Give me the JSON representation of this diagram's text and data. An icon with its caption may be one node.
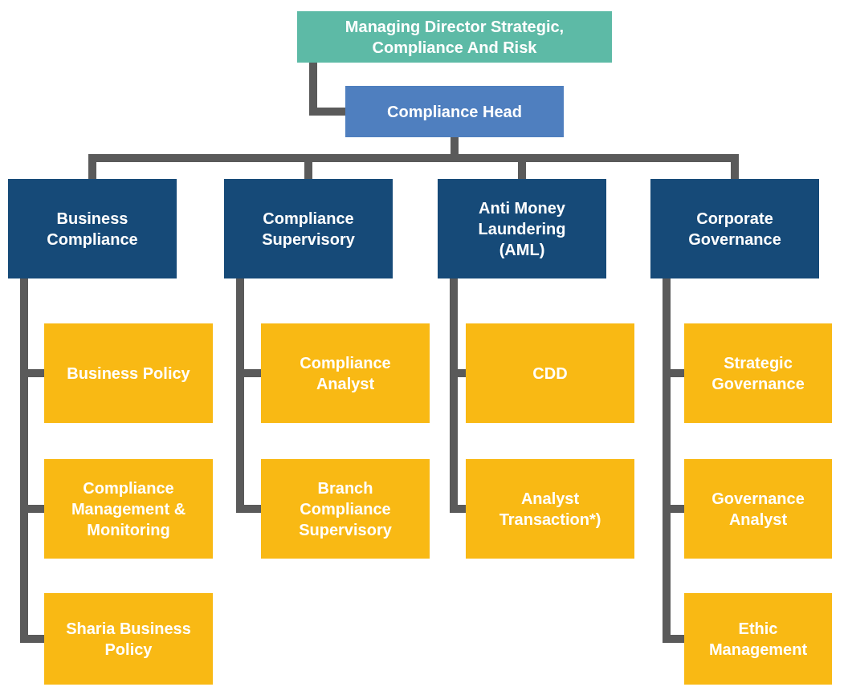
{
  "diagram": {
    "nodes": [
      {
        "text": [
          "Managing Director Strategic, Compliance And Risk"
        ]
      },
      {
        "text": [
          "Compliance Head"
        ]
      },
      {
        "text": [
          "Business Compliance"
        ]
      },
      {
        "text": [
          "Compliance Supervisory"
        ]
      },
      {
        "text": [
          "Anti Money Laundering (AML)"
        ]
      },
      {
        "text": [
          "Corporate Governance"
        ]
      },
      {
        "text": [
          "Business Policy"
        ]
      },
      {
        "text": [
          "Compliance Management & Monitoring"
        ]
      },
      {
        "text": [
          "Sharia Business Policy"
        ]
      },
      {
        "text": [
          "Compliance Analyst"
        ]
      },
      {
        "text": [
          "Branch Compliance Supervisory"
        ]
      },
      {
        "text": [
          "CDD"
        ]
      },
      {
        "text": [
          "Analyst Transaction*)"
        ]
      },
      {
        "text": [
          "Strategic Governance"
        ]
      },
      {
        "text": [
          "Governance Analyst"
        ]
      },
      {
        "text": [
          "Ethic Management"
        ]
      }
    ],
    "edges": [
      {
        "from": 0,
        "to": 1,
        "arrow": "none"
      },
      {
        "from": 1,
        "to": 2,
        "arrow": "none"
      },
      {
        "from": 1,
        "to": 3,
        "arrow": "none"
      },
      {
        "from": 1,
        "to": 4,
        "arrow": "none"
      },
      {
        "from": 1,
        "to": 5,
        "arrow": "none"
      },
      {
        "from": 2,
        "to": 6,
        "arrow": "none"
      },
      {
        "from": 2,
        "to": 7,
        "arrow": "none"
      },
      {
        "from": 2,
        "to": 8,
        "arrow": "none"
      },
      {
        "from": 3,
        "to": 9,
        "arrow": "none"
      },
      {
        "from": 3,
        "to": 10,
        "arrow": "none"
      },
      {
        "from": 4,
        "to": 11,
        "arrow": "none"
      },
      {
        "from": 4,
        "to": 12,
        "arrow": "none"
      },
      {
        "from": 5,
        "to": 13,
        "arrow": "none"
      },
      {
        "from": 5,
        "to": 14,
        "arrow": "none"
      },
      {
        "from": 5,
        "to": 15,
        "arrow": "none"
      }
    ]
  }
}
